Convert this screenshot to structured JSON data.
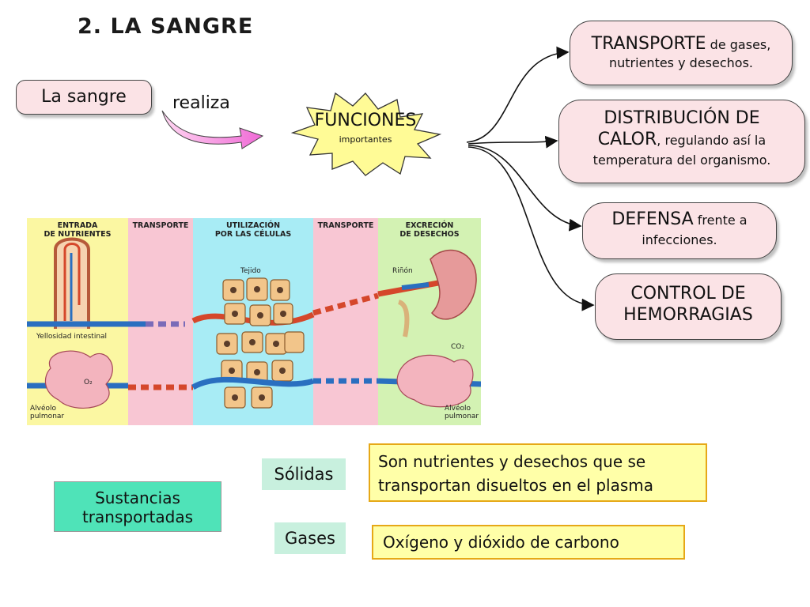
{
  "title": "2. LA SANGRE",
  "left_node": "La sangre",
  "connector_label": "realiza",
  "center": {
    "label": "FUNCIONES",
    "sublabel": "importantes"
  },
  "functions": [
    {
      "lead": "TRANSPORTE",
      "rest_inline": " de gases,",
      "rest": "nutrientes y desechos."
    },
    {
      "lead_line1": "DISTRIBUCIÓN DE",
      "lead_line2": "CALOR",
      "rest_inline": ", regulando así la",
      "rest": "temperatura del organismo."
    },
    {
      "lead": "DEFENSA",
      "rest_inline": " frente a",
      "rest": "infecciones."
    },
    {
      "line1": "CONTROL DE",
      "line2": "HEMORRAGIAS"
    }
  ],
  "illustration": {
    "panels": [
      {
        "head": "ENTRADA\nDE NUTRIENTES",
        "color": "#fbf7a2"
      },
      {
        "head": "TRANSPORTE",
        "color": "#f8c6d3"
      },
      {
        "head": "UTILIZACIÓN\nPOR LAS CÉLULAS",
        "color": "#a8ecf5"
      },
      {
        "head": "TRANSPORTE",
        "color": "#f8c6d3"
      },
      {
        "head": "EXCRECIÓN\nDE DESECHOS",
        "color": "#d3f2b3"
      }
    ],
    "labels": {
      "yellow": "Yellosidad intestinal",
      "alveolo_left": "Alvéolo\npulmonar",
      "tejido": "Tejido",
      "rinon": "Riñón",
      "alveolo_right": "Alvéolo\npulmonar",
      "o2": "O₂",
      "co2": "CO₂"
    }
  },
  "bottom": {
    "main": "Sustancias\ntransportadas",
    "solid": "Sólidas",
    "gas": "Gases",
    "solid_desc": "Son nutrientes y desechos que se\ntransportan disueltos en el plasma",
    "gas_desc": "Oxígeno y dióxido de carbono"
  }
}
